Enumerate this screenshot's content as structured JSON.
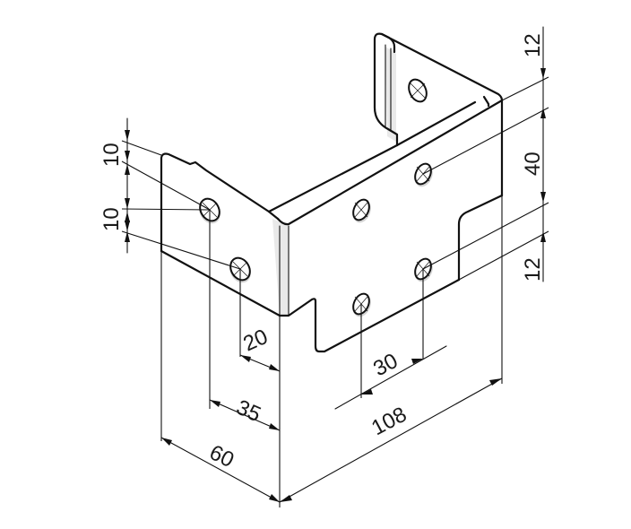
{
  "drawing": {
    "subject": "bent-sheet-metal-bracket",
    "dimensions": {
      "left_top_spacing": "10",
      "left_bottom_spacing": "10",
      "right_top_flange": "12",
      "right_hole_spacing": "40",
      "right_bottom_flange": "12",
      "hole_offset_20": "20",
      "hole_offset_35": "35",
      "hole_spacing_30": "30",
      "side_width": "60",
      "main_length": "108"
    }
  }
}
